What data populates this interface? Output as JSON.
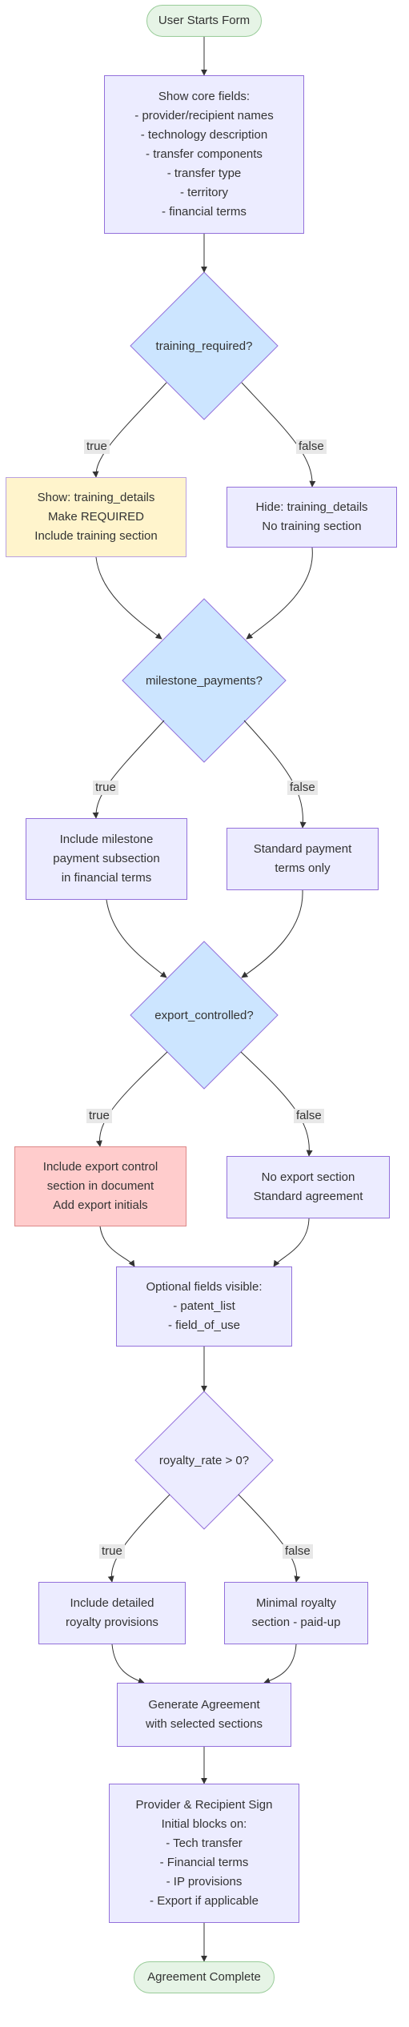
{
  "nodes": {
    "start": "User Starts Form",
    "core": "Show core fields:\n- provider/recipient names\n- technology description\n- transfer components\n- transfer type\n- territory\n- financial terms",
    "d_training": "training_required?",
    "training_yes": "Show: training_details\nMake REQUIRED\nInclude training section",
    "training_no": "Hide: training_details\nNo training section",
    "d_milestone": "milestone_payments?",
    "milestone_yes": "Include milestone\npayment subsection\nin financial terms",
    "milestone_no": "Standard payment\nterms only",
    "d_export": "export_controlled?",
    "export_yes": "Include export control\nsection in document\nAdd export initials",
    "export_no": "No export section\nStandard agreement",
    "optional": "Optional fields visible:\n- patent_list\n- field_of_use",
    "d_royalty": "royalty_rate > 0?",
    "royalty_yes": "Include detailed\nroyalty provisions",
    "royalty_no": "Minimal royalty\nsection - paid-up",
    "generate": "Generate Agreement\nwith selected sections",
    "sign": "Provider & Recipient Sign\nInitial blocks on:\n- Tech transfer\n- Financial terms\n- IP provisions\n- Export if applicable",
    "end": "Agreement Complete"
  },
  "edge_labels": {
    "training_true": "true",
    "training_false": "false",
    "milestone_true": "true",
    "milestone_false": "false",
    "export_true": "true",
    "export_false": "false",
    "royalty_true": "true",
    "royalty_false": "false"
  },
  "colors": {
    "rect_fill": "#ececff",
    "rect_stroke": "#9370db",
    "diamond_fill": "#cce5ff",
    "diamond_pale_fill": "#ececff",
    "yellow_fill": "#fff4cc",
    "red_fill": "#ffcccc",
    "pill_fill": "#e6f4e6",
    "line": "#333333"
  }
}
